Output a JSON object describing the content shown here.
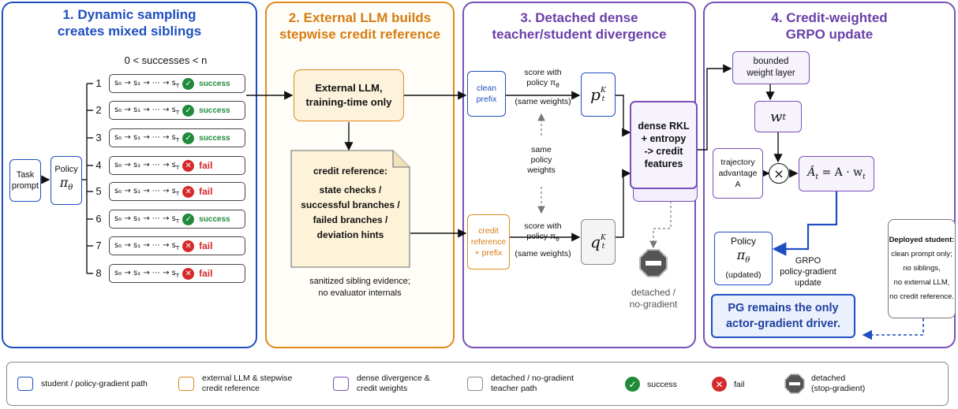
{
  "panels": {
    "p1": {
      "title_line1": "1. Dynamic sampling",
      "title_line2": "creates mixed siblings"
    },
    "p2": {
      "title_line1": "2. External LLM builds",
      "title_line2": "stepwise credit reference"
    },
    "p3": {
      "title_line1": "3. Detached dense",
      "title_line2": "teacher/student divergence"
    },
    "p4": {
      "title_line1": "4. Credit-weighted",
      "title_line2": "GRPO update"
    }
  },
  "sampling": {
    "successes_label": "0 < successes < n",
    "task_line1": "Task",
    "task_line2": "prompt",
    "policy_line1": "Policy",
    "policy_symbol": "π",
    "policy_sub": "θ",
    "sequence": "s₀ → s₁ → ⋯ → s",
    "sequence_sub": "T",
    "trajectories": [
      {
        "n": "1",
        "result": "success",
        "ok": true
      },
      {
        "n": "2",
        "result": "success",
        "ok": true
      },
      {
        "n": "3",
        "result": "success",
        "ok": true
      },
      {
        "n": "4",
        "result": "fail",
        "ok": false
      },
      {
        "n": "5",
        "result": "fail",
        "ok": false
      },
      {
        "n": "6",
        "result": "success",
        "ok": true
      },
      {
        "n": "7",
        "result": "fail",
        "ok": false
      },
      {
        "n": "8",
        "result": "fail",
        "ok": false
      }
    ]
  },
  "external": {
    "llm_line1": "External LLM,",
    "llm_line2": "training-time only",
    "ref_title": "credit reference:",
    "ref_l1": "state checks /",
    "ref_l2": "successful branches /",
    "ref_l3": "failed branches /",
    "ref_l4": "deviation hints",
    "note_l1": "sanitized sibling evidence;",
    "note_l2": "no evaluator internals"
  },
  "divergence": {
    "clean_l1": "clean",
    "clean_l2": "prefix",
    "credit_l1": "credit",
    "credit_l2": "reference",
    "credit_l3": "+ prefix",
    "score_top_l1": "score with",
    "score_top_l2": "policy π",
    "score_top_sub": "θ",
    "score_top_l3": "(same weights)",
    "same_l1": "same",
    "same_l2": "policy",
    "same_l3": "weights",
    "score_bot_l1": "score with",
    "score_bot_l2": "policy π",
    "score_bot_sub": "θ",
    "score_bot_l3": "(same weights)",
    "p_letter": "p",
    "p_sub": "t",
    "p_sup": "K",
    "q_letter": "q",
    "q_sub": "t",
    "q_sup": "K",
    "rkl_l1": "dense RKL",
    "rkl_l2": "+ entropy",
    "rkl_l3": "-> credit",
    "rkl_l4": "features",
    "detached_l1": "detached /",
    "detached_l2": "no-gradient"
  },
  "grpo": {
    "bounded_l1": "bounded",
    "bounded_l2": "weight layer",
    "wt_letter": "w",
    "wt_sub": "t",
    "traj_l1": "trajectory",
    "traj_l2": "advantage",
    "traj_l3": "A",
    "times": "×",
    "ahat": "Â",
    "ahat_sub": "t",
    "ahat_rest": " = A · w",
    "ahat_rest_sub": "t",
    "policy_l1": "Policy",
    "policy_sym": "π",
    "policy_sub": "θ",
    "policy_l3": "(updated)",
    "grpo_l1": "GRPO",
    "grpo_l2": "policy-gradient",
    "grpo_l3": "update",
    "pg_l1": "PG remains the only",
    "pg_l2": "actor-gradient driver."
  },
  "deployed": {
    "l1": "Deployed student:",
    "l2": "clean prompt only;",
    "l3": "no siblings,",
    "l4": "no external LLM,",
    "l5": "no credit reference."
  },
  "legend": {
    "student": "student / policy-gradient path",
    "external_l1": "external LLM & stepwise",
    "external_l2": "credit reference",
    "dense_l1": "dense divergence &",
    "dense_l2": "credit weights",
    "detached_l1": "detached / no-gradient",
    "detached_l2": "teacher path",
    "success": "success",
    "fail": "fail",
    "stop_l1": "detached",
    "stop_l2": "(stop-gradient)"
  },
  "colors": {
    "blue": "#1f4fbf",
    "orange": "#e08a1e",
    "purple": "#7a4fb8",
    "gray": "#777777",
    "green": "#1f8a3a",
    "red": "#d42a2a"
  }
}
